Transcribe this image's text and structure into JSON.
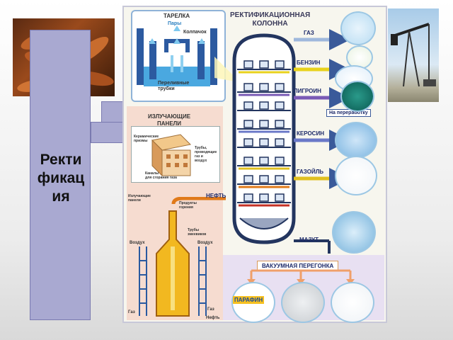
{
  "slide": {
    "title": "Ректификация",
    "title_lines": [
      "Ректи",
      "фикац",
      "ия"
    ]
  },
  "diagram": {
    "main_title": [
      "РЕКТИФИКАЦИОННАЯ",
      "КОЛОННА"
    ],
    "tray_inset": {
      "title": "ТАРЕЛКА",
      "vapors": "Пары",
      "cap": "Колпачок",
      "overflow": [
        "Переливные",
        "трубки"
      ]
    },
    "furnace_inset": {
      "title": [
        "ИЗЛУЧАЮЩИЕ",
        "ПАНЕЛИ"
      ],
      "ceramic_prisms": [
        "Керамические",
        "призмы"
      ],
      "tubes_gas_air": [
        "Трубы,",
        "проводящие",
        "газ и",
        "воздух"
      ],
      "gas_channels": [
        "Каналы",
        "для сгорания газа"
      ],
      "radiant_panels": [
        "Излучающие",
        "панели"
      ],
      "combustion_products": [
        "Продукты",
        "горения"
      ],
      "heat_exchanger_tubes": [
        "Трубы",
        "змеевиков"
      ],
      "air_left": "Воздух",
      "air_right": "Воздух",
      "gas_left": "Газ",
      "gas_right": "Газ",
      "oil_out": "Нефть"
    },
    "feed": "НЕФТЬ",
    "fractions": [
      "ГАЗ",
      "БЕНЗИН",
      "ЛИГРОИН",
      "КЕРОСИН",
      "ГАЗОЙЛЬ",
      "МАЗУТ"
    ],
    "processing_label": "На переработку",
    "vacuum": "ВАКУУМНАЯ ПЕРЕГОНКА",
    "paraffin": "ПАРАФИН",
    "colors": {
      "gas": "#3a86c8",
      "benzin": "#e8d21c",
      "ligroin": "#7a5ab5",
      "kerosin": "#6a78c8",
      "gasoil": "#e0c020",
      "mazut": "#c43024",
      "feed": "#e07a1a"
    }
  }
}
